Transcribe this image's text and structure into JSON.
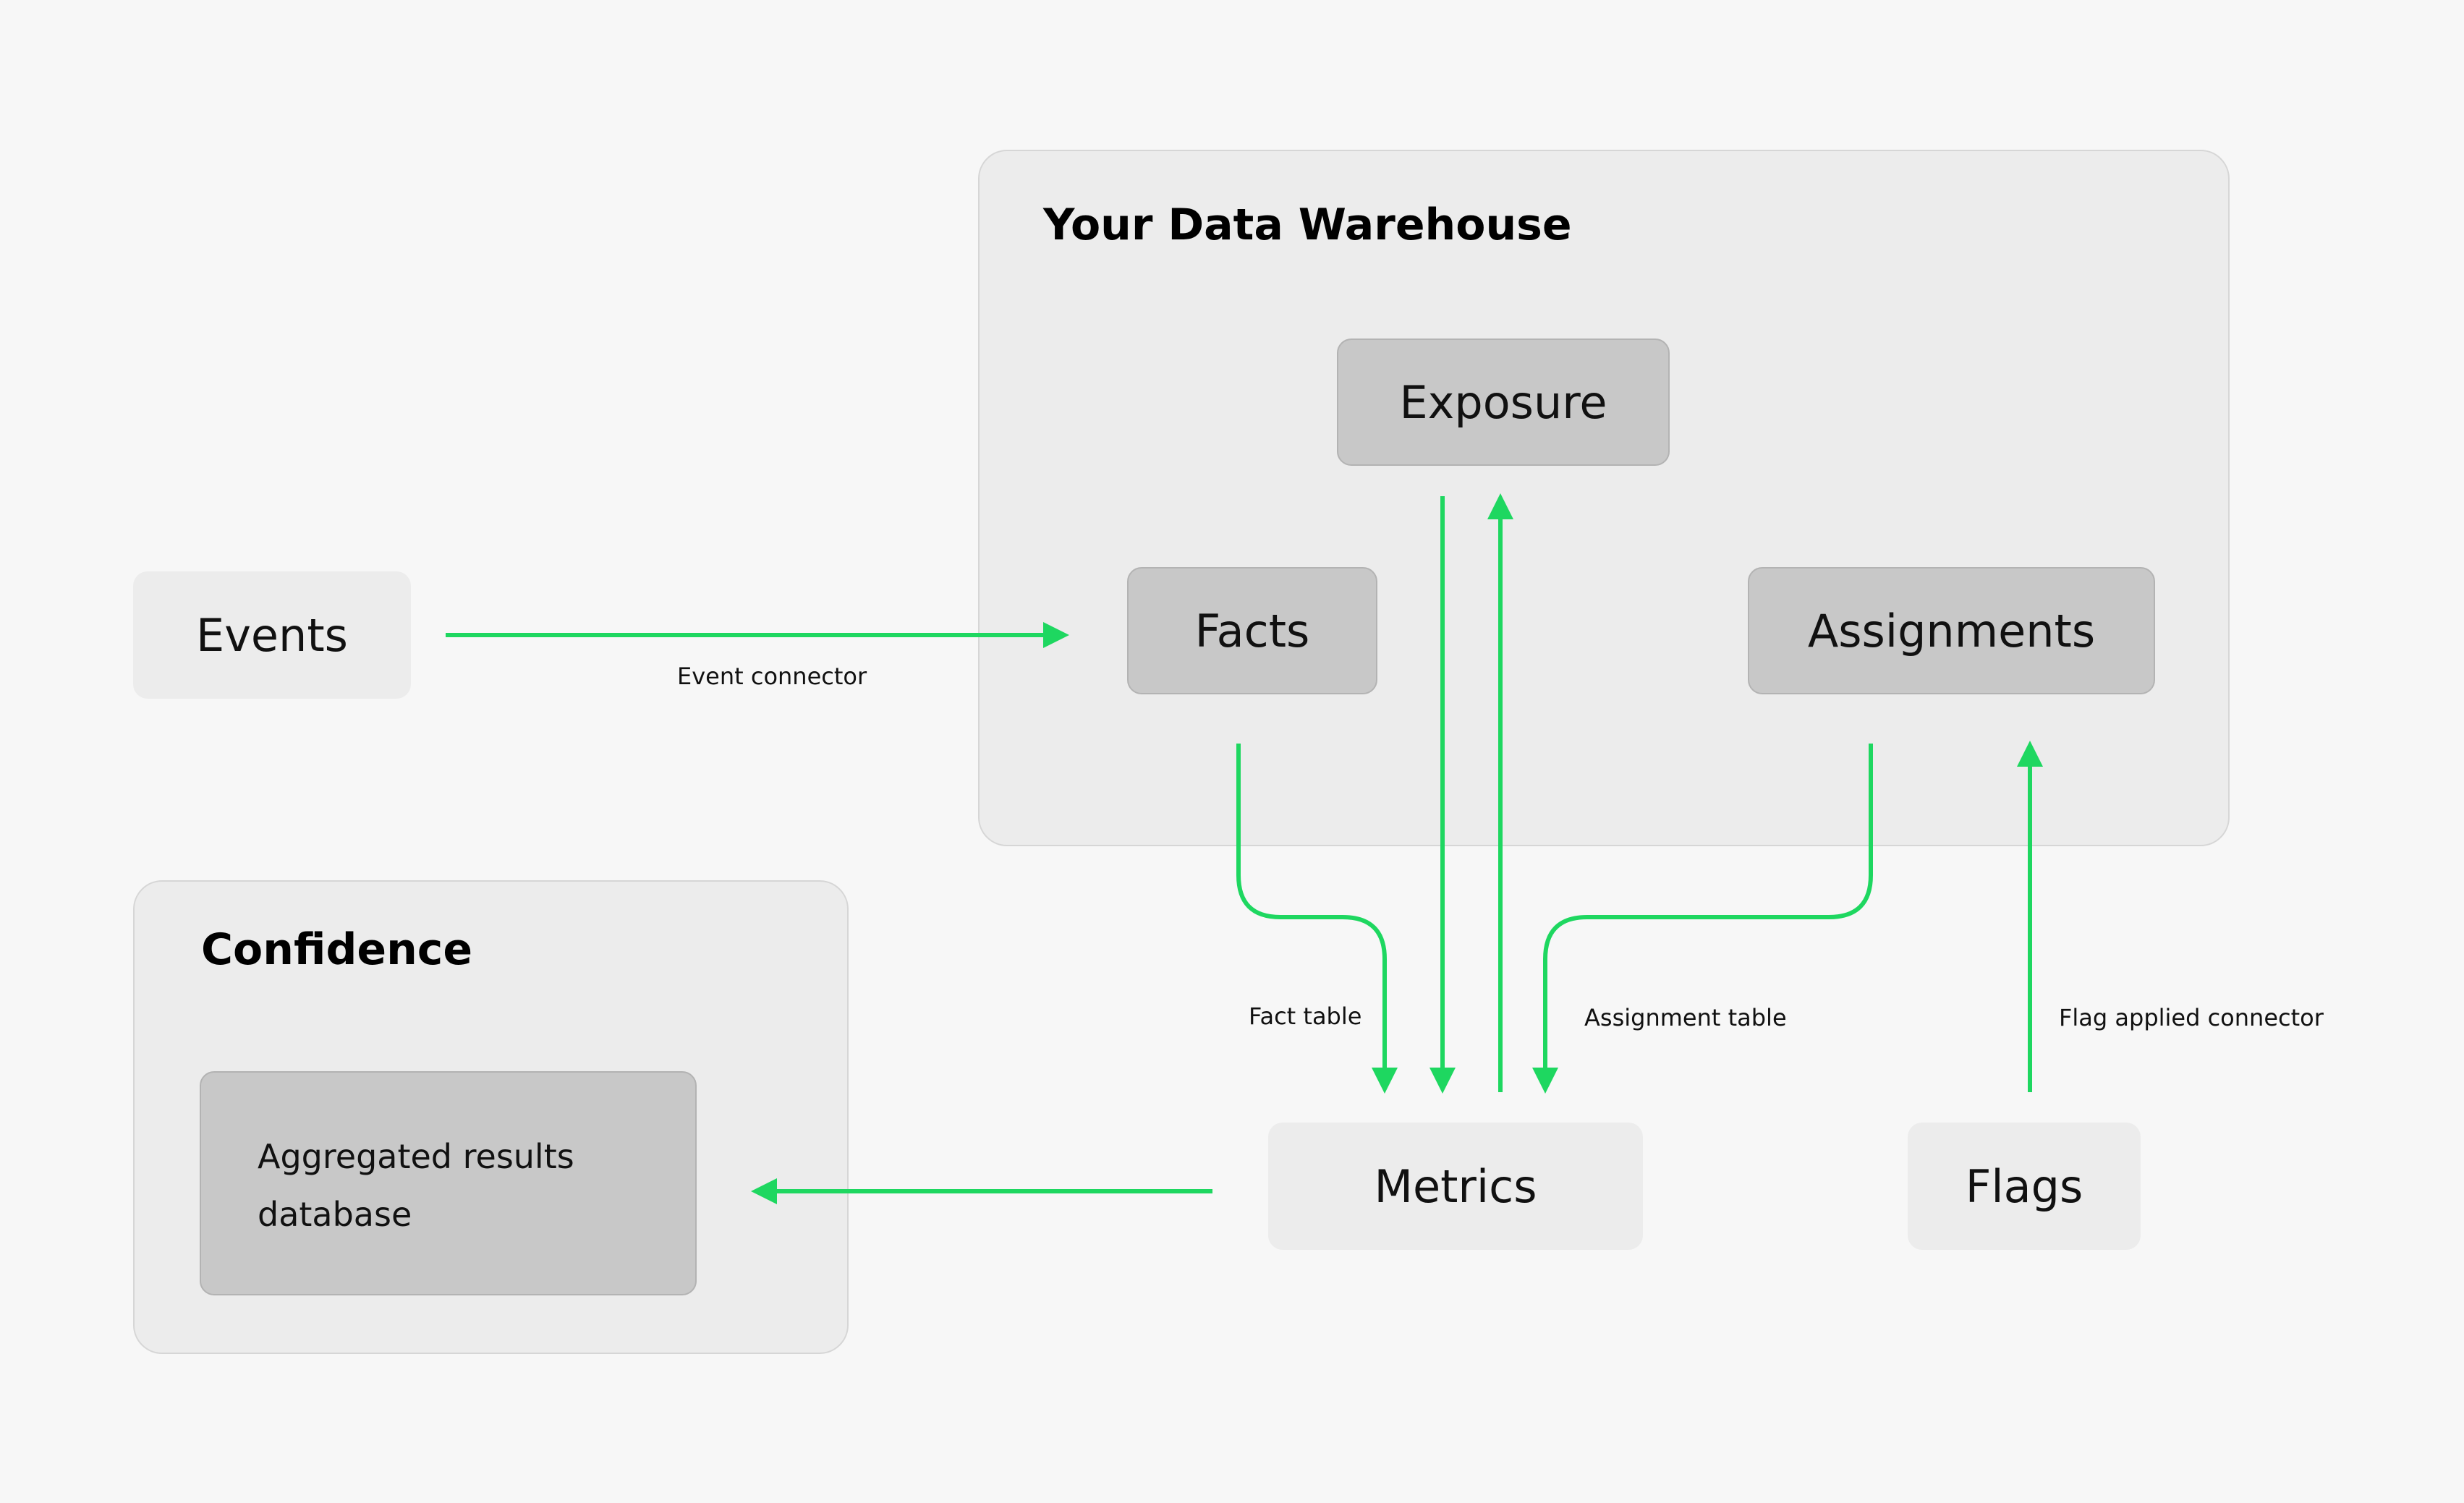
{
  "colors": {
    "edge": "#1ed760",
    "group_fill": "#ececec",
    "node_dark": "#c8c8c8"
  },
  "groups": {
    "warehouse": {
      "title": "Your Data Warehouse"
    },
    "confidence": {
      "title": "Confidence"
    }
  },
  "nodes": {
    "events": "Events",
    "exposure": "Exposure",
    "facts": "Facts",
    "assignments": "Assignments",
    "metrics": "Metrics",
    "flags": "Flags",
    "aggregated_db": {
      "line1": "Aggregated results",
      "line2": "database"
    }
  },
  "edges": [
    {
      "from": "events",
      "to": "facts",
      "label": "Event connector"
    },
    {
      "from": "facts",
      "to": "metrics",
      "label": "Fact table"
    },
    {
      "from": "exposure",
      "to": "metrics",
      "label": ""
    },
    {
      "from": "metrics",
      "to": "exposure",
      "label": ""
    },
    {
      "from": "assignments",
      "to": "metrics",
      "label": "Assignment table"
    },
    {
      "from": "flags",
      "to": "assignments",
      "label": "Flag applied connector"
    },
    {
      "from": "metrics",
      "to": "aggregated_db",
      "label": ""
    }
  ]
}
